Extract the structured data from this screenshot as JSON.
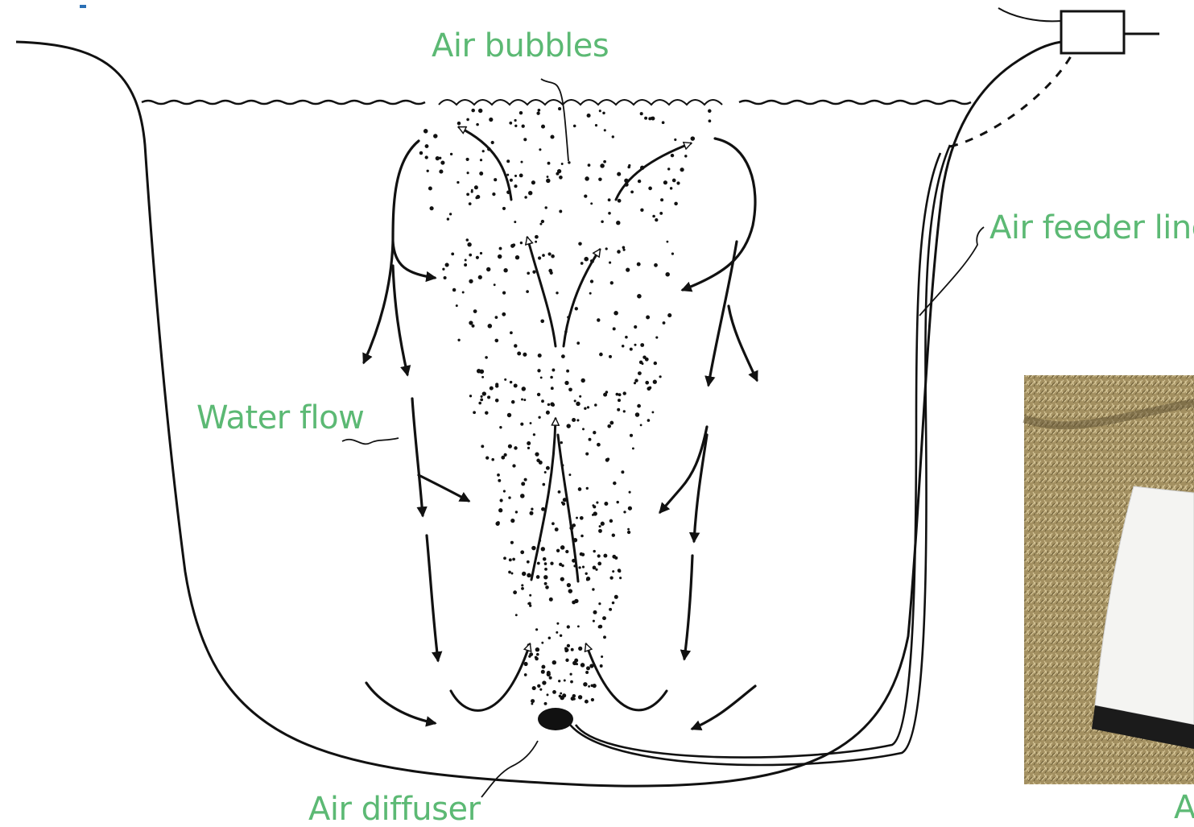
{
  "labels": {
    "air_bubbles": "Air bubbles",
    "air_feeder_line": "Air feeder line",
    "water_flow": "Water flow",
    "air_diffuser": "Air diffuser",
    "cropped_caption": "A"
  },
  "colors": {
    "label_green": "#5cb974",
    "ink": "#111111",
    "blue_mark": "#2a6fb5",
    "grass": "#9b8a5c",
    "device_white": "#f4f4f2",
    "device_dark": "#1b1b1b"
  },
  "icons": [
    "compressor-box-icon",
    "air-diffuser-icon"
  ]
}
